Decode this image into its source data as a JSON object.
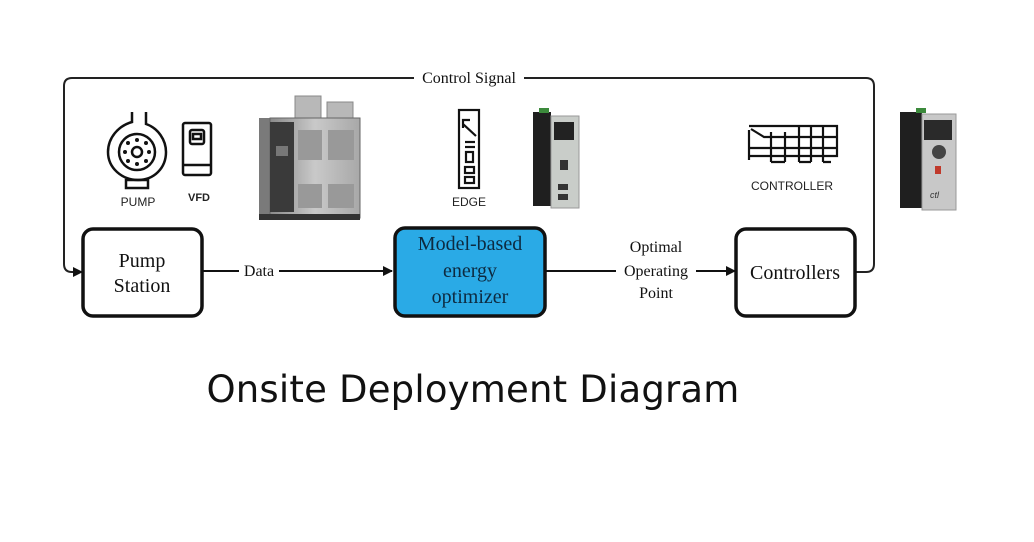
{
  "diagram": {
    "title": "Onsite Deployment Diagram",
    "nodes": {
      "pump_station": {
        "line1": "Pump",
        "line2": "Station"
      },
      "optimizer": {
        "line1": "Model-based",
        "line2": "energy",
        "line3": "optimizer",
        "fill": "#2aaae6"
      },
      "controllers": {
        "label": "Controllers"
      }
    },
    "edges": {
      "data": "Data",
      "optimal": {
        "line1": "Optimal",
        "line2": "Operating",
        "line3": "Point"
      },
      "control_signal": "Control Signal"
    },
    "icons": {
      "pump_label": "PUMP",
      "vfd_label": "VFD",
      "edge_label": "EDGE",
      "controller_label": "CONTROLLER"
    }
  }
}
